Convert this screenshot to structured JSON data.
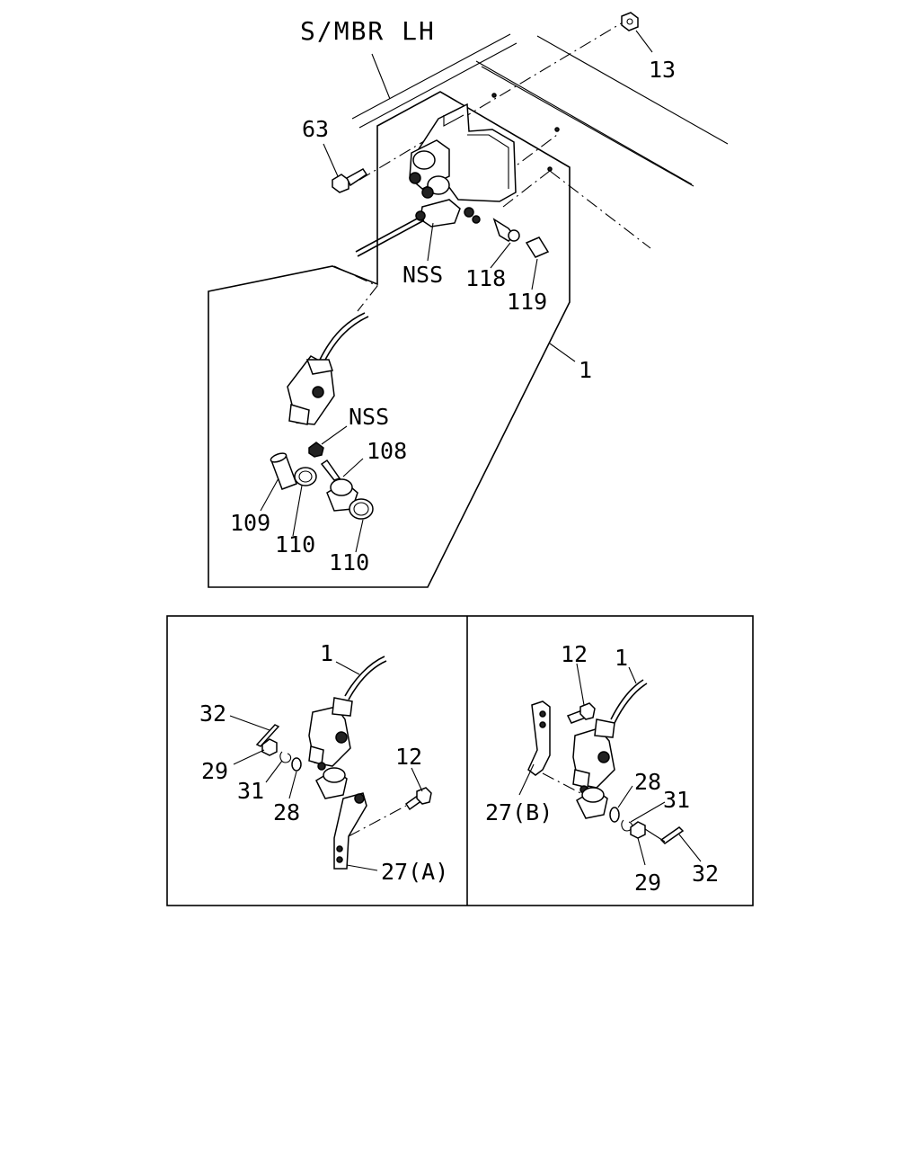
{
  "title": "S/MBR LH",
  "callouts": {
    "main": {
      "p13": "13",
      "p63": "63",
      "nss_top": "NSS",
      "p118": "118",
      "p119": "119",
      "p1": "1",
      "nss_mid": "NSS",
      "p108": "108",
      "p109": "109",
      "p110a": "110",
      "p110b": "110"
    },
    "inset_a": {
      "p1": "1",
      "p32": "32",
      "p29": "29",
      "p31": "31",
      "p28": "28",
      "p12": "12",
      "p27a": "27(A)"
    },
    "inset_b": {
      "p12": "12",
      "p1": "1",
      "p28": "28",
      "p31": "31",
      "p27b": "27(B)",
      "p29": "29",
      "p32": "32"
    }
  }
}
